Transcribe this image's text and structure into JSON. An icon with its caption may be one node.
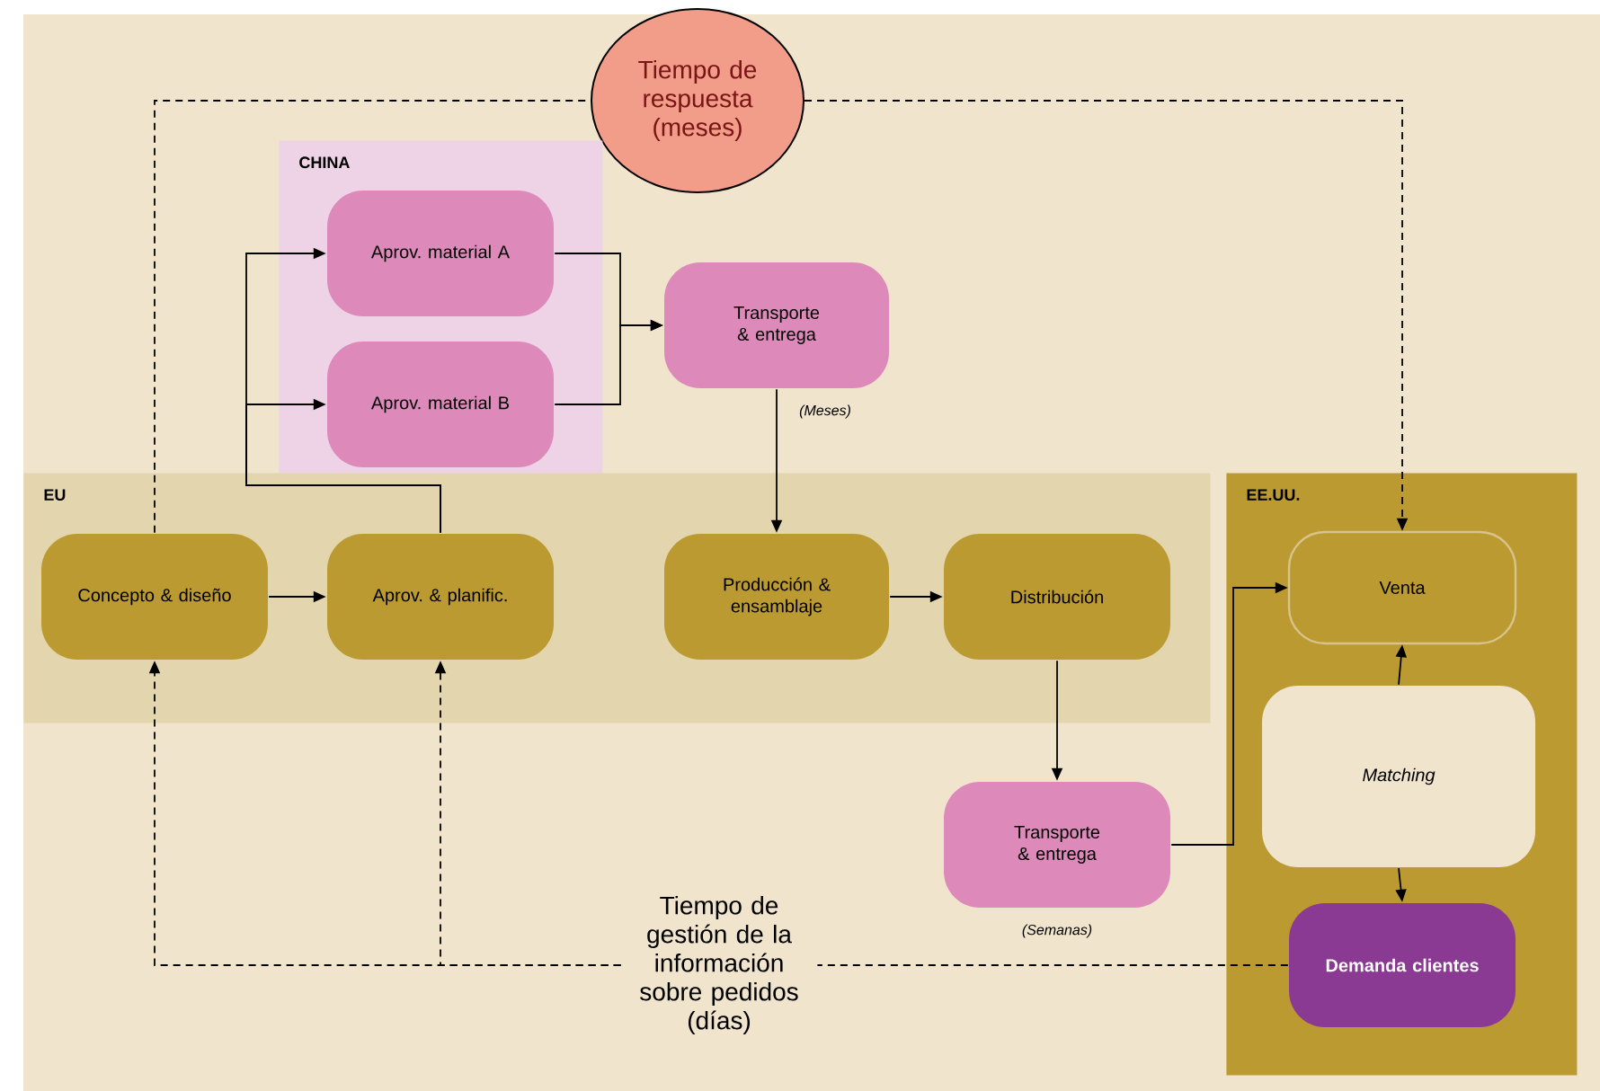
{
  "diagram": {
    "nodes": [
      {
        "text": [
          "Tiempo de respuesta (meses)"
        ]
      },
      {
        "text": [
          "CHINA"
        ]
      },
      {
        "text": [
          "Aprov. material A"
        ],
        "in": 1
      },
      {
        "text": [
          "Aprov. material B"
        ],
        "in": 1
      },
      {
        "text": [
          "Transporte & entrega"
        ],
        "beside": [
          "(Meses)"
        ]
      },
      {
        "text": [
          "EU"
        ]
      },
      {
        "text": [
          "Concepto & diseño"
        ],
        "in": 5
      },
      {
        "text": [
          "Aprov. & planific."
        ],
        "in": 5
      },
      {
        "text": [
          "Producción & ensamblaje"
        ],
        "in": 5
      },
      {
        "text": [
          "Distribución"
        ],
        "in": 5
      },
      {
        "text": [
          "EE.UU."
        ]
      },
      {
        "text": [
          "Venta"
        ],
        "in": 10
      },
      {
        "text": [
          "Matching"
        ],
        "in": 10
      },
      {
        "text": [
          "Transporte & entrega"
        ],
        "beside": [
          "(Semanas)"
        ]
      },
      {
        "text": [
          "Tiempo de gestión de la información sobre pedidos (días)"
        ]
      },
      {
        "text": [
          "Demanda clientes"
        ],
        "in": 10
      }
    ],
    "edges": [
      {
        "from": 6,
        "to": 7,
        "arrow": "to"
      },
      {
        "from": 7,
        "to": 2,
        "arrow": "to"
      },
      {
        "from": 7,
        "to": 3,
        "arrow": "to"
      },
      {
        "from": 2,
        "to": 4,
        "arrow": "to"
      },
      {
        "from": 3,
        "to": 4,
        "arrow": "to"
      },
      {
        "from": 4,
        "to": 8,
        "arrow": "to"
      },
      {
        "from": 8,
        "to": 9,
        "arrow": "to"
      },
      {
        "from": 9,
        "to": 13,
        "arrow": "to"
      },
      {
        "from": 13,
        "to": 11,
        "arrow": "to"
      },
      {
        "from": 12,
        "to": 11,
        "arrow": "to"
      },
      {
        "from": 12,
        "to": 15,
        "arrow": "to"
      },
      {
        "from": 6,
        "to": 0,
        "arrow": "none",
        "style": "dashed"
      },
      {
        "from": 0,
        "to": 11,
        "arrow": "to",
        "style": "dashed"
      },
      {
        "from": 15,
        "to": 14,
        "arrow": "none",
        "style": "dashed"
      },
      {
        "from": 14,
        "to": 7,
        "arrow": "to",
        "style": "dashed"
      },
      {
        "from": 14,
        "to": 6,
        "arrow": "to",
        "style": "dashed"
      }
    ]
  }
}
